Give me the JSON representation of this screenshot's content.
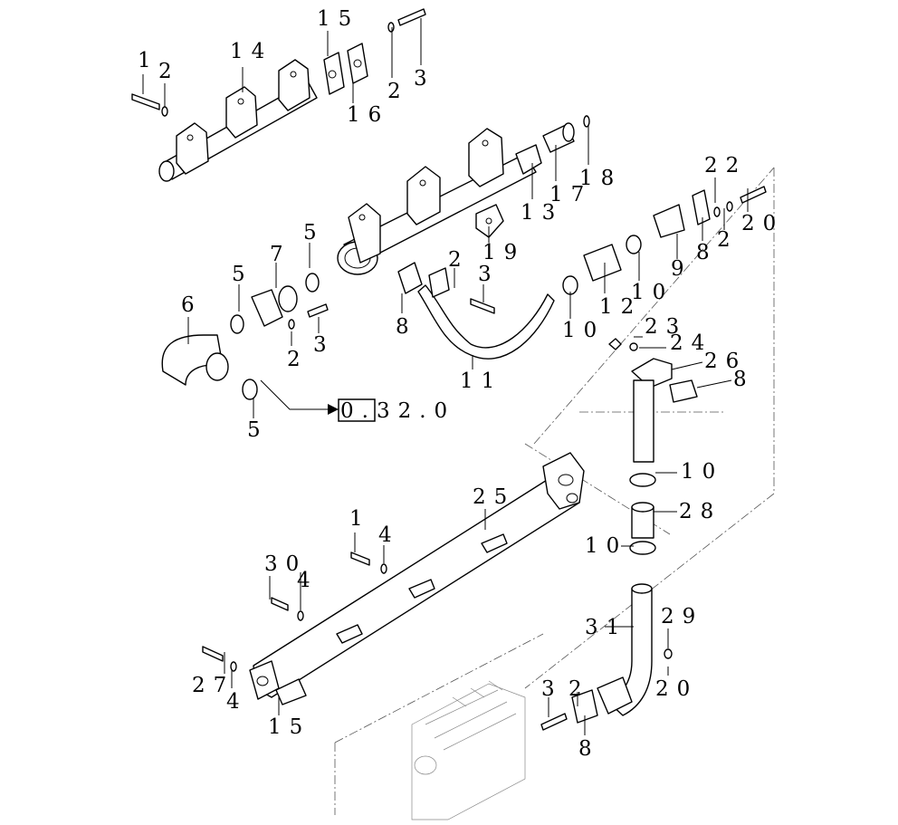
{
  "reference": {
    "text": "0.32.0"
  },
  "callouts": [
    {
      "id": "c1",
      "text": "15"
    },
    {
      "id": "c2",
      "text": "3"
    },
    {
      "id": "c3",
      "text": "14"
    },
    {
      "id": "c4",
      "text": "1"
    },
    {
      "id": "c5",
      "text": "2"
    },
    {
      "id": "c6",
      "text": "2"
    },
    {
      "id": "c7",
      "text": "16"
    },
    {
      "id": "c8",
      "text": "18"
    },
    {
      "id": "c9",
      "text": "13"
    },
    {
      "id": "c10",
      "text": "17"
    },
    {
      "id": "c11",
      "text": "19"
    },
    {
      "id": "c12",
      "text": "22"
    },
    {
      "id": "c13",
      "text": "2"
    },
    {
      "id": "c14",
      "text": "20"
    },
    {
      "id": "c15",
      "text": "9"
    },
    {
      "id": "c16",
      "text": "8"
    },
    {
      "id": "c17",
      "text": "10"
    },
    {
      "id": "c18",
      "text": "12"
    },
    {
      "id": "c19",
      "text": "10"
    },
    {
      "id": "c20",
      "text": "23"
    },
    {
      "id": "c21",
      "text": "24"
    },
    {
      "id": "c22",
      "text": "26"
    },
    {
      "id": "c23",
      "text": "8"
    },
    {
      "id": "c24",
      "text": "5"
    },
    {
      "id": "c25",
      "text": "7"
    },
    {
      "id": "c26",
      "text": "5"
    },
    {
      "id": "c27",
      "text": "6"
    },
    {
      "id": "c28",
      "text": "2"
    },
    {
      "id": "c29",
      "text": "3"
    },
    {
      "id": "c30",
      "text": "8"
    },
    {
      "id": "c31",
      "text": "2"
    },
    {
      "id": "c32",
      "text": "3"
    },
    {
      "id": "c33",
      "text": "3"
    },
    {
      "id": "c34",
      "text": "11"
    },
    {
      "id": "c35",
      "text": "5"
    },
    {
      "id": "c36",
      "text": "10"
    },
    {
      "id": "c37",
      "text": "28"
    },
    {
      "id": "c38",
      "text": "10"
    },
    {
      "id": "c39",
      "text": "25"
    },
    {
      "id": "c40",
      "text": "1"
    },
    {
      "id": "c41",
      "text": "4"
    },
    {
      "id": "c42",
      "text": "30"
    },
    {
      "id": "c43",
      "text": "4"
    },
    {
      "id": "c44",
      "text": "31"
    },
    {
      "id": "c45",
      "text": "29"
    },
    {
      "id": "c46",
      "text": "27"
    },
    {
      "id": "c47",
      "text": "4"
    },
    {
      "id": "c48",
      "text": "20"
    },
    {
      "id": "c49",
      "text": "3"
    },
    {
      "id": "c50",
      "text": "2"
    },
    {
      "id": "c51",
      "text": "15"
    },
    {
      "id": "c52",
      "text": "8"
    }
  ]
}
